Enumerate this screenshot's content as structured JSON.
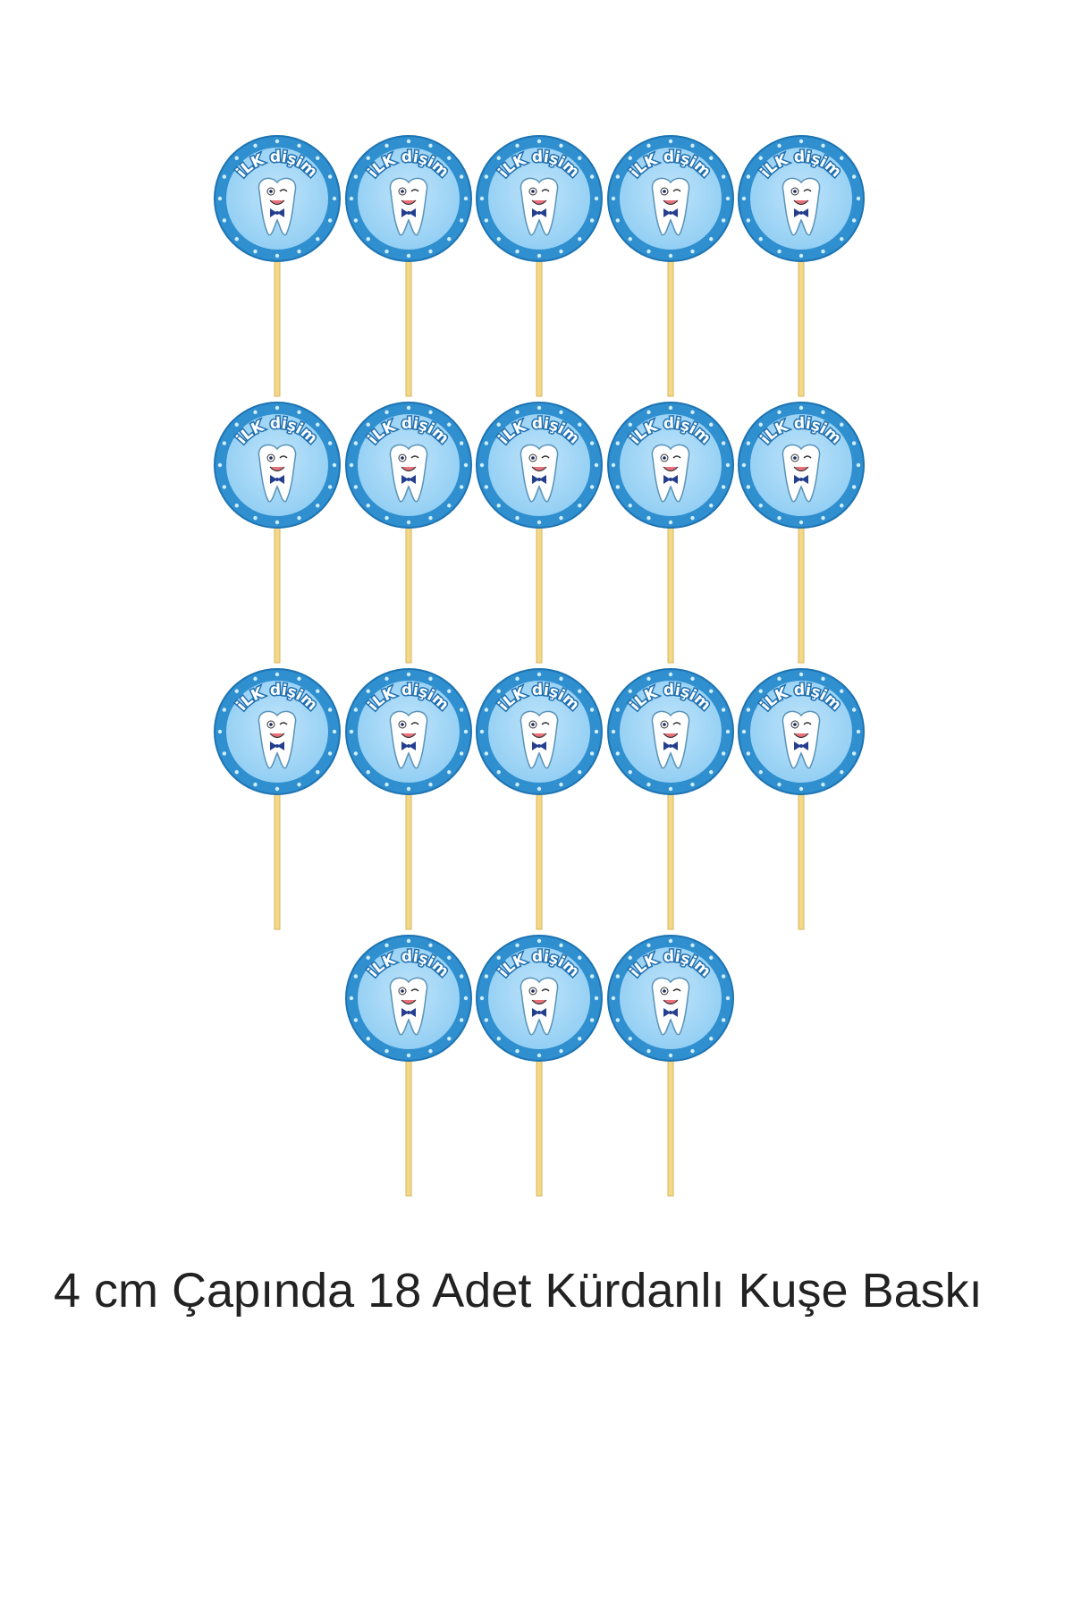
{
  "topper": {
    "label": "iLK dişim",
    "count": 18,
    "rows": [
      5,
      5,
      5,
      3
    ],
    "colors": {
      "ring": "#2f8fcf",
      "ring_dark": "#1e74b3",
      "inner": "#8fcdf3",
      "inner_light": "#bfe4fa",
      "label_text": "#ffffff",
      "label_outline": "#1f6fb0",
      "tooth": "#ffffff",
      "tooth_outline": "#5a93b8",
      "bowtie": "#253f8f",
      "stick": "#f3d88a",
      "stick_edge": "#d8b65a",
      "star": "#cfeeff"
    }
  },
  "caption": {
    "text": "4 cm Çapında 18 Adet Kürdanlı Kuşe Baskı"
  }
}
